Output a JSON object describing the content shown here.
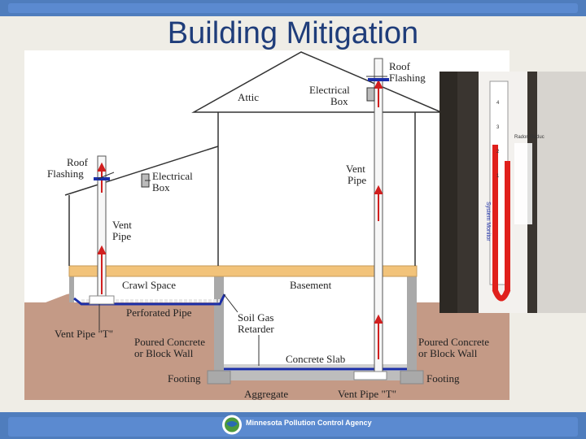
{
  "slide": {
    "title": "Building Mitigation",
    "footer_agency": "Minnesota Pollution Control Agency"
  },
  "diagram_labels": {
    "attic": "Attic",
    "electrical_box": [
      "Electrical",
      "Box"
    ],
    "roof_flashing": [
      "Roof",
      "Flashing"
    ],
    "vent_pipe": [
      "Vent",
      "Pipe"
    ],
    "crawl_space": "Crawl Space",
    "basement": "Basement",
    "perforated_pipe": "Perforated Pipe",
    "soil_gas_retarder": [
      "Soil Gas",
      "Retarder"
    ],
    "vent_pipe_t": "Vent Pipe \"T\"",
    "poured_concrete": [
      "Poured Concrete",
      "or Block Wall"
    ],
    "concrete_slab": "Concrete Slab",
    "footing": "Footing",
    "aggregate": "Aggregate"
  },
  "photo": {
    "gauge_heading": "Radon Reduc",
    "gauge_vertical_label": "System Monitor",
    "gauge_ticks": [
      "1",
      "2",
      "3",
      "4"
    ]
  },
  "colors": {
    "slide_bar": "#4f7dbd",
    "title_text": "#1f3d7a",
    "ground": "#c49a86",
    "floor_beam": "#f2c37a",
    "pipe_blue": "#1b2ea8",
    "flow_red": "#d11f1f",
    "gauge_liquid": "#e0201c"
  },
  "icons": [
    "minnesota-pollution-control-agency-logo-icon"
  ]
}
